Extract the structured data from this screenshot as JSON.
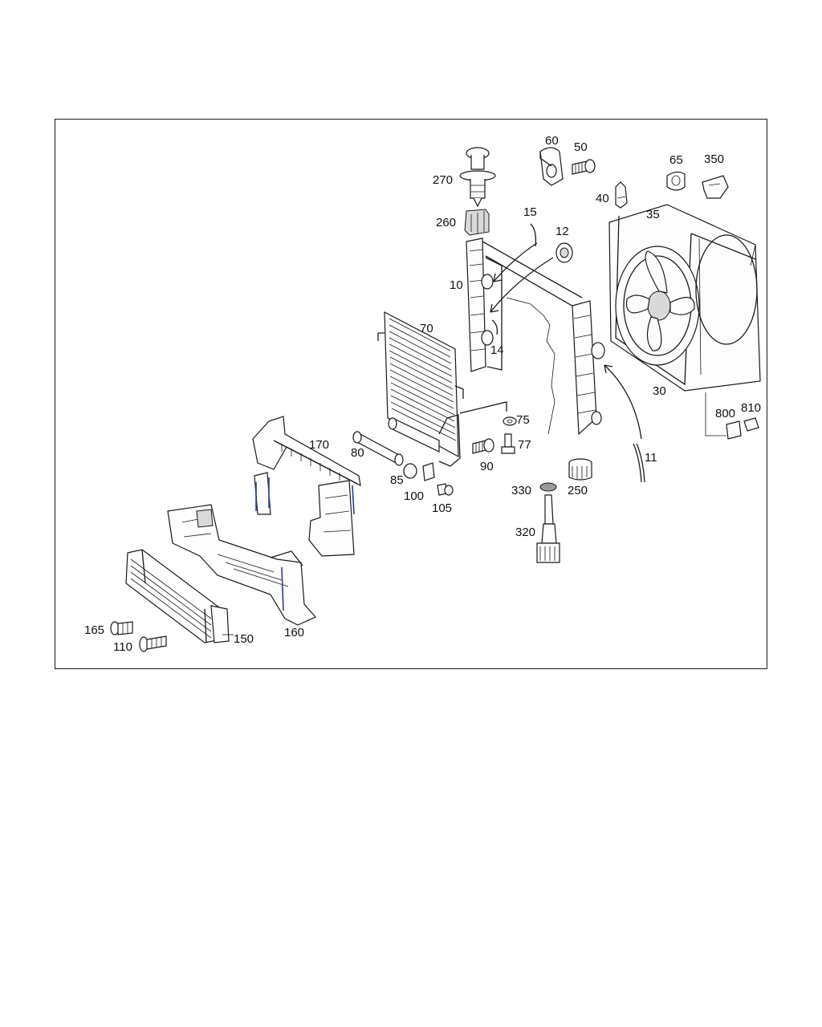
{
  "diagram": {
    "callouts": [
      {
        "id": "c270",
        "label": "270"
      },
      {
        "id": "c260",
        "label": "260"
      },
      {
        "id": "c60",
        "label": "60"
      },
      {
        "id": "c50",
        "label": "50"
      },
      {
        "id": "c65",
        "label": "65"
      },
      {
        "id": "c350",
        "label": "350"
      },
      {
        "id": "c40",
        "label": "40"
      },
      {
        "id": "c35",
        "label": "35"
      },
      {
        "id": "c15",
        "label": "15"
      },
      {
        "id": "c12",
        "label": "12"
      },
      {
        "id": "c10",
        "label": "10"
      },
      {
        "id": "c14",
        "label": "14"
      },
      {
        "id": "c70",
        "label": "70"
      },
      {
        "id": "c30",
        "label": "30"
      },
      {
        "id": "c800",
        "label": "800"
      },
      {
        "id": "c810",
        "label": "810"
      },
      {
        "id": "c75",
        "label": "75"
      },
      {
        "id": "c77",
        "label": "77"
      },
      {
        "id": "c80",
        "label": "80"
      },
      {
        "id": "c90",
        "label": "90"
      },
      {
        "id": "c85",
        "label": "85"
      },
      {
        "id": "c100",
        "label": "100"
      },
      {
        "id": "c105",
        "label": "105"
      },
      {
        "id": "c11",
        "label": "11"
      },
      {
        "id": "c170",
        "label": "170"
      },
      {
        "id": "c330",
        "label": "330"
      },
      {
        "id": "c250",
        "label": "250"
      },
      {
        "id": "c320",
        "label": "320"
      },
      {
        "id": "c165",
        "label": "165"
      },
      {
        "id": "c110",
        "label": "110"
      },
      {
        "id": "c150",
        "label": "150"
      },
      {
        "id": "c160",
        "label": "160"
      }
    ]
  }
}
